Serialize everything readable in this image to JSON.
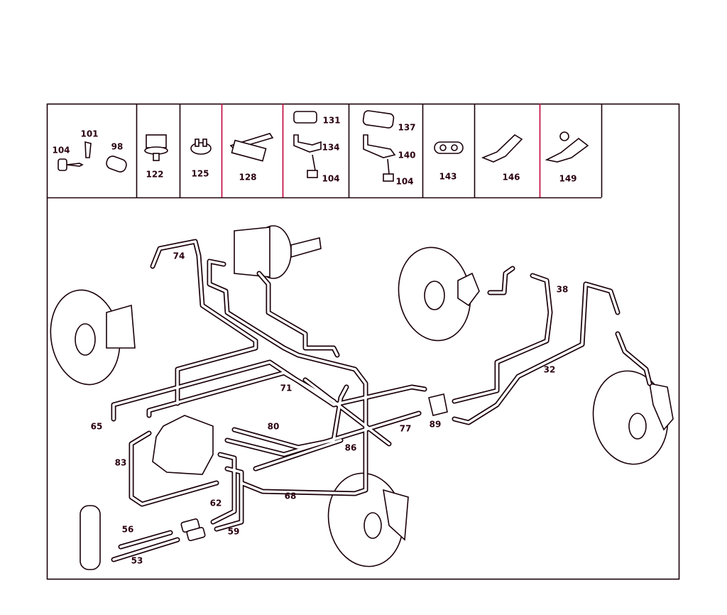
{
  "header_parts": [
    {
      "cell": 1,
      "labels": [
        "104",
        "101",
        "98"
      ]
    },
    {
      "cell": 2,
      "labels": [
        "122"
      ]
    },
    {
      "cell": 3,
      "labels": [
        "125"
      ]
    },
    {
      "cell": 4,
      "labels": [
        "128"
      ]
    },
    {
      "cell": 5,
      "labels": [
        "131",
        "134",
        "104"
      ]
    },
    {
      "cell": 6,
      "labels": [
        "137",
        "140",
        "104"
      ]
    },
    {
      "cell": 7,
      "labels": [
        "143"
      ]
    },
    {
      "cell": 8,
      "labels": [
        "146"
      ]
    },
    {
      "cell": 9,
      "labels": [
        "149"
      ]
    }
  ],
  "diagram_labels": {
    "p74": "74",
    "p38": "38",
    "p32": "32",
    "p71": "71",
    "p65": "65",
    "p80": "80",
    "p77": "77",
    "p89": "89",
    "p86": "86",
    "p83": "83",
    "p68": "68",
    "p62": "62",
    "p56": "56",
    "p59": "59",
    "p53": "53"
  },
  "colors": {
    "line": "#1a0008",
    "accent": "#c0003a"
  }
}
